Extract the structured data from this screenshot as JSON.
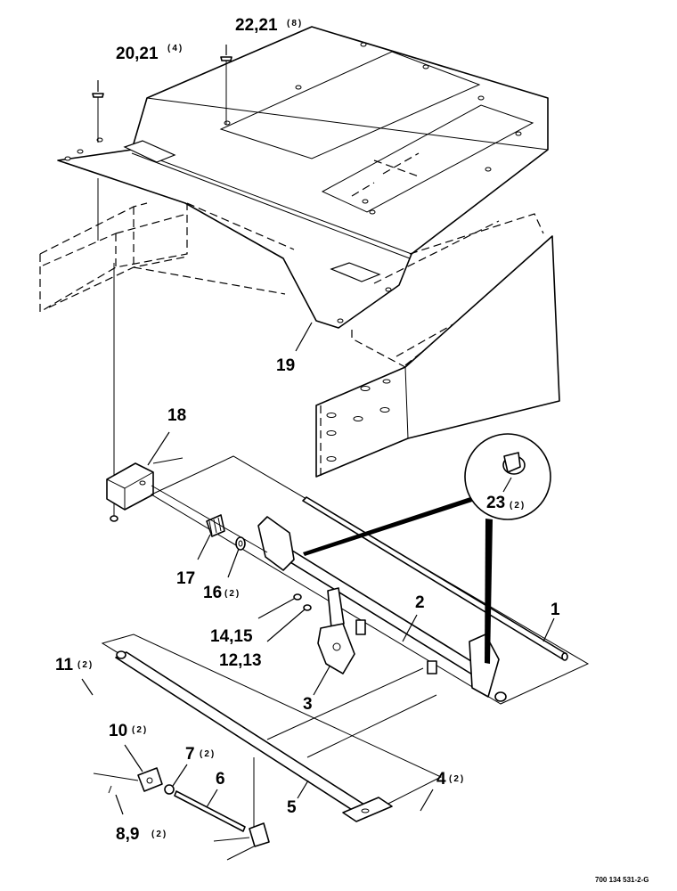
{
  "callouts": {
    "p20_21": {
      "label": "20,21",
      "qty": "(4)"
    },
    "p22_21": {
      "label": "22,21",
      "qty": "(8)"
    },
    "p19": {
      "label": "19",
      "qty": ""
    },
    "p18": {
      "label": "18",
      "qty": ""
    },
    "p23": {
      "label": "23",
      "qty": "(2)"
    },
    "p17": {
      "label": "17",
      "qty": ""
    },
    "p16": {
      "label": "16",
      "qty": "(2)"
    },
    "p14_15": {
      "label": "14,15",
      "qty": ""
    },
    "p12_13": {
      "label": "12,13",
      "qty": ""
    },
    "p2": {
      "label": "2",
      "qty": ""
    },
    "p1": {
      "label": "1",
      "qty": ""
    },
    "p3": {
      "label": "3",
      "qty": ""
    },
    "p11": {
      "label": "11",
      "qty": "(2)"
    },
    "p10": {
      "label": "10",
      "qty": "(2)"
    },
    "p7": {
      "label": "7",
      "qty": "(2)"
    },
    "p6": {
      "label": "6",
      "qty": ""
    },
    "p4": {
      "label": "4",
      "qty": "(2)"
    },
    "p5": {
      "label": "5",
      "qty": ""
    },
    "p8_9": {
      "label": "8,9",
      "qty": "(2)"
    }
  },
  "drawing_number": "700 134 531-2-G"
}
